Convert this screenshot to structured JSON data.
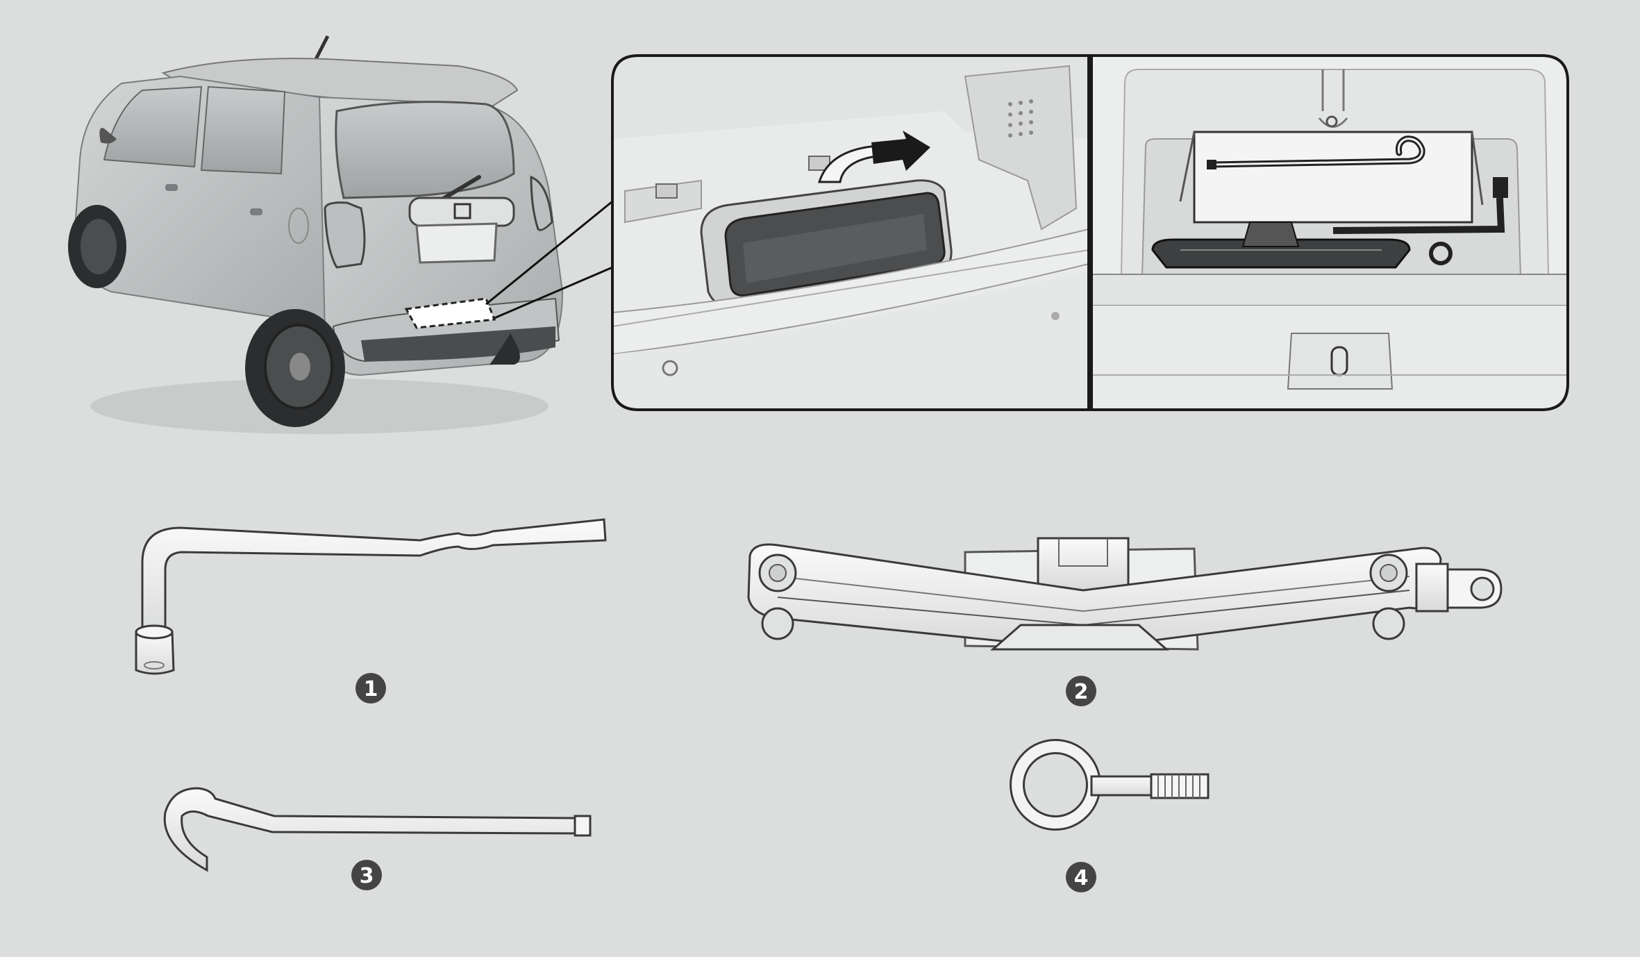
{
  "colors": {
    "background": "#dcdedd",
    "panel_bg": "#e9ebea",
    "panel_border": "#1a1a1a",
    "tool_fill": "#f3f4f3",
    "tool_stroke": "#3a3a3a",
    "badge_fill": "#444444",
    "badge_text": "#ffffff",
    "arrow": "#1a1a1a"
  },
  "callouts": [
    {
      "id": "wrench",
      "label": "1"
    },
    {
      "id": "jack",
      "label": "2"
    },
    {
      "id": "jack-handle",
      "label": "3"
    },
    {
      "id": "towing-hook",
      "label": "4"
    }
  ]
}
